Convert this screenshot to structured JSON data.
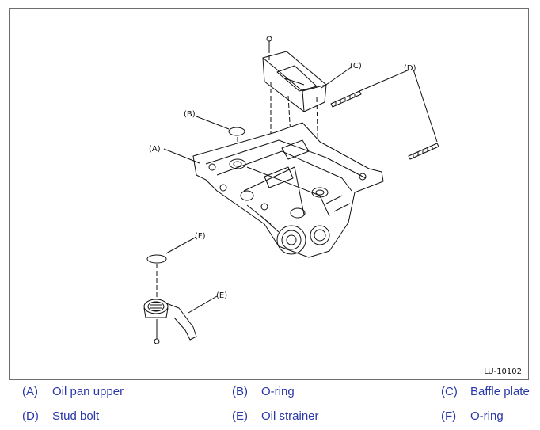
{
  "figure": {
    "id_label": "LU-10102",
    "callouts": {
      "A": "(A)",
      "B": "(B)",
      "C": "(C)",
      "D": "(D)",
      "E": "(E)",
      "F": "(F)"
    }
  },
  "legend": {
    "rows": [
      [
        {
          "code": "(A)",
          "name": "Oil pan upper"
        },
        {
          "code": "(B)",
          "name": "O-ring"
        },
        {
          "code": "(C)",
          "name": "Baffle plate"
        }
      ],
      [
        {
          "code": "(D)",
          "name": "Stud bolt"
        },
        {
          "code": "(E)",
          "name": "Oil strainer"
        },
        {
          "code": "(F)",
          "name": "O-ring"
        }
      ]
    ],
    "color": "#2a37a8"
  }
}
